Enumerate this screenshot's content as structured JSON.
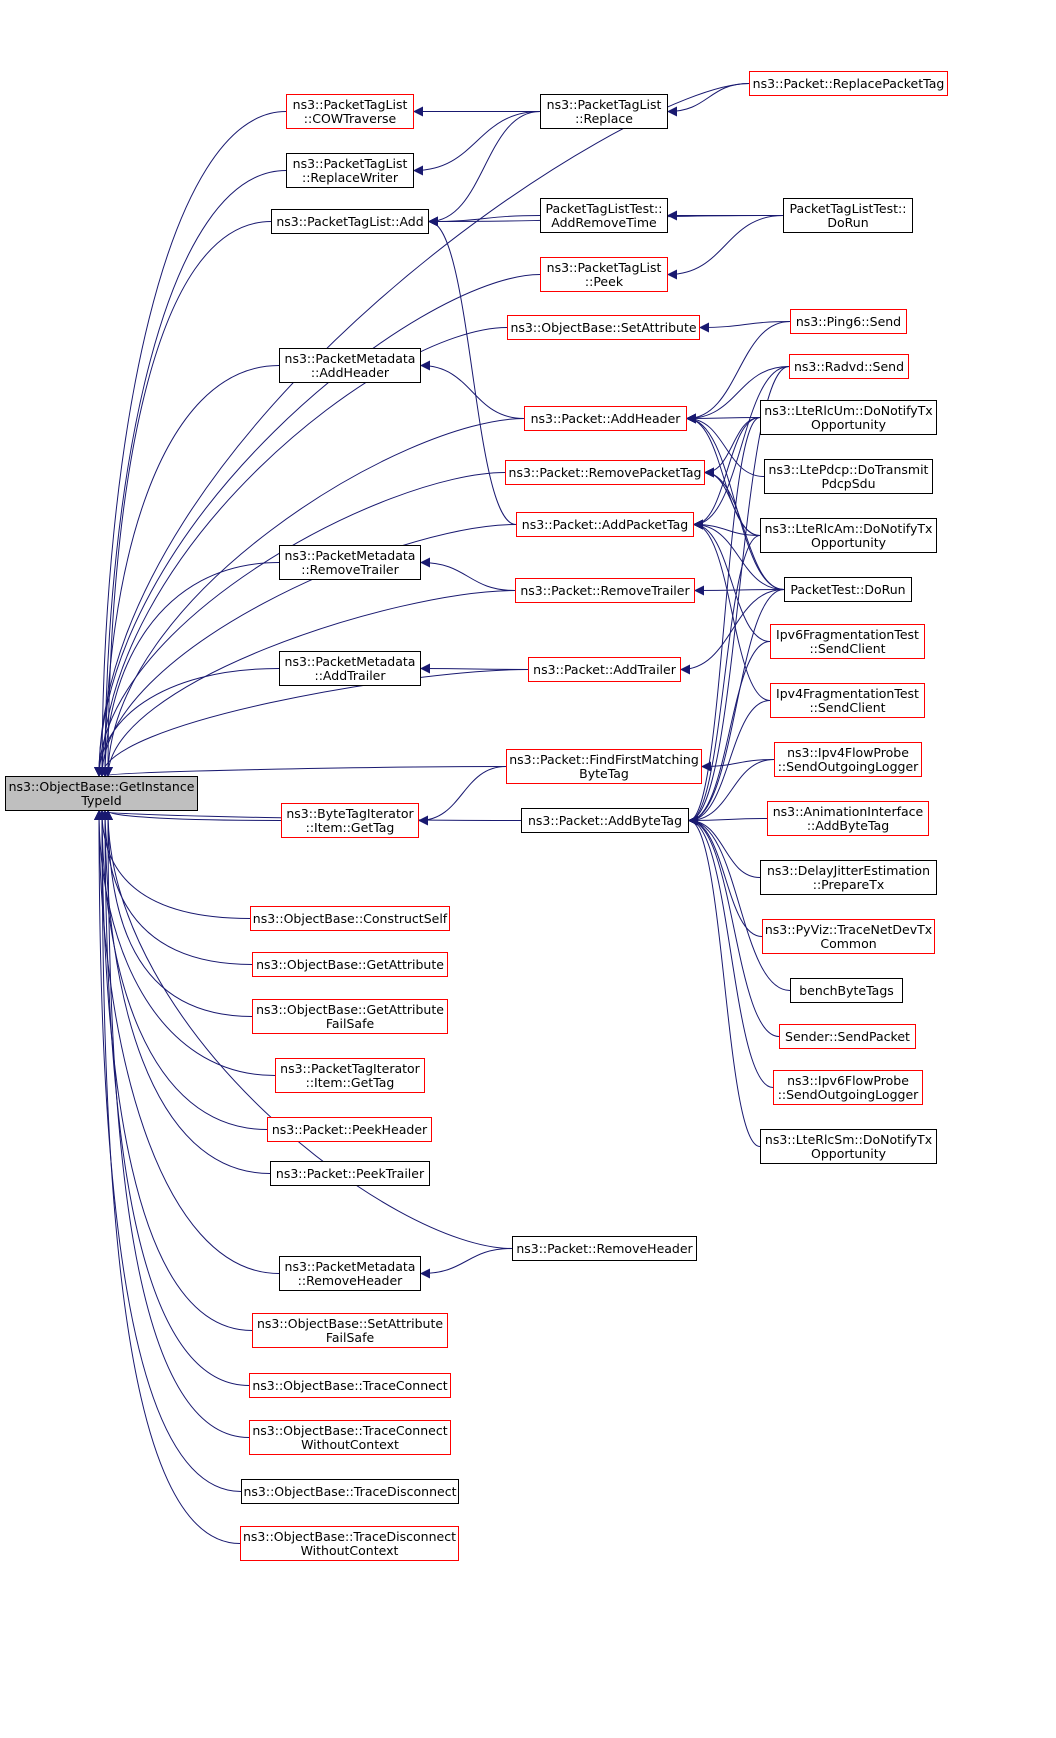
{
  "colors": {
    "edge": "#191970",
    "link_border": "#ff0000",
    "plain_border": "#000000",
    "focus_fill": "#bfbfbf"
  },
  "nodes": {
    "n0": {
      "lines": [
        "ns3::ObjectBase::GetInstance",
        "TypeId"
      ],
      "style": "focus"
    },
    "n1": {
      "lines": [
        "ns3::PacketTagList",
        "::COWTraverse"
      ],
      "style": "red"
    },
    "n2": {
      "lines": [
        "ns3::PacketTagList",
        "::Replace"
      ],
      "style": "black"
    },
    "n3": {
      "lines": [
        "ns3::Packet::ReplacePacketTag"
      ],
      "style": "red"
    },
    "n4": {
      "lines": [
        "ns3::PacketTagList",
        "::ReplaceWriter"
      ],
      "style": "black"
    },
    "n5": {
      "lines": [
        "ns3::PacketTagList::Add"
      ],
      "style": "black"
    },
    "n6": {
      "lines": [
        "PacketTagListTest::",
        "AddRemoveTime"
      ],
      "style": "black"
    },
    "n7": {
      "lines": [
        "PacketTagListTest::",
        "DoRun"
      ],
      "style": "black"
    },
    "n8": {
      "lines": [
        "ns3::PacketTagList",
        "::Peek"
      ],
      "style": "red"
    },
    "n9": {
      "lines": [
        "ns3::ObjectBase::SetAttribute"
      ],
      "style": "red"
    },
    "n10": {
      "lines": [
        "ns3::Ping6::Send"
      ],
      "style": "red"
    },
    "n11": {
      "lines": [
        "ns3::PacketMetadata",
        "::AddHeader"
      ],
      "style": "black"
    },
    "n12": {
      "lines": [
        "ns3::Radvd::Send"
      ],
      "style": "red"
    },
    "n13": {
      "lines": [
        "ns3::Packet::AddHeader"
      ],
      "style": "red"
    },
    "n14": {
      "lines": [
        "ns3::LteRlcUm::DoNotifyTx",
        "Opportunity"
      ],
      "style": "black"
    },
    "n15": {
      "lines": [
        "ns3::Packet::RemovePacketTag"
      ],
      "style": "red"
    },
    "n16": {
      "lines": [
        "ns3::LtePdcp::DoTransmit",
        "PdcpSdu"
      ],
      "style": "black"
    },
    "n17": {
      "lines": [
        "ns3::Packet::AddPacketTag"
      ],
      "style": "red"
    },
    "n18": {
      "lines": [
        "ns3::LteRlcAm::DoNotifyTx",
        "Opportunity"
      ],
      "style": "black"
    },
    "n19": {
      "lines": [
        "ns3::PacketMetadata",
        "::RemoveTrailer"
      ],
      "style": "black"
    },
    "n20": {
      "lines": [
        "ns3::Packet::RemoveTrailer"
      ],
      "style": "red"
    },
    "n21": {
      "lines": [
        "PacketTest::DoRun"
      ],
      "style": "black"
    },
    "n22": {
      "lines": [
        "Ipv6FragmentationTest",
        "::SendClient"
      ],
      "style": "red"
    },
    "n23": {
      "lines": [
        "ns3::PacketMetadata",
        "::AddTrailer"
      ],
      "style": "black"
    },
    "n24": {
      "lines": [
        "ns3::Packet::AddTrailer"
      ],
      "style": "red"
    },
    "n25": {
      "lines": [
        "Ipv4FragmentationTest",
        "::SendClient"
      ],
      "style": "red"
    },
    "n26": {
      "lines": [
        "ns3::Packet::FindFirstMatching",
        "ByteTag"
      ],
      "style": "red"
    },
    "n27": {
      "lines": [
        "ns3::Ipv4FlowProbe",
        "::SendOutgoingLogger"
      ],
      "style": "red"
    },
    "n28": {
      "lines": [
        "ns3::ByteTagIterator",
        "::Item::GetTag"
      ],
      "style": "red"
    },
    "n29": {
      "lines": [
        "ns3::Packet::AddByteTag"
      ],
      "style": "black"
    },
    "n30": {
      "lines": [
        "ns3::AnimationInterface",
        "::AddByteTag"
      ],
      "style": "red"
    },
    "n31": {
      "lines": [
        "ns3::DelayJitterEstimation",
        "::PrepareTx"
      ],
      "style": "black"
    },
    "n32": {
      "lines": [
        "ns3::ObjectBase::ConstructSelf"
      ],
      "style": "red"
    },
    "n33": {
      "lines": [
        "ns3::PyViz::TraceNetDevTx",
        "Common"
      ],
      "style": "red"
    },
    "n34": {
      "lines": [
        "ns3::ObjectBase::GetAttribute"
      ],
      "style": "red"
    },
    "n35": {
      "lines": [
        "benchByteTags"
      ],
      "style": "black"
    },
    "n36": {
      "lines": [
        "ns3::ObjectBase::GetAttribute",
        "FailSafe"
      ],
      "style": "red"
    },
    "n37": {
      "lines": [
        "Sender::SendPacket"
      ],
      "style": "red"
    },
    "n38": {
      "lines": [
        "ns3::PacketTagIterator",
        "::Item::GetTag"
      ],
      "style": "red"
    },
    "n39": {
      "lines": [
        "ns3::Ipv6FlowProbe",
        "::SendOutgoingLogger"
      ],
      "style": "red"
    },
    "n40": {
      "lines": [
        "ns3::Packet::PeekHeader"
      ],
      "style": "red"
    },
    "n41": {
      "lines": [
        "ns3::LteRlcSm::DoNotifyTx",
        "Opportunity"
      ],
      "style": "black"
    },
    "n42": {
      "lines": [
        "ns3::Packet::PeekTrailer"
      ],
      "style": "black"
    },
    "n43": {
      "lines": [
        "ns3::Packet::RemoveHeader"
      ],
      "style": "black"
    },
    "n44": {
      "lines": [
        "ns3::PacketMetadata",
        "::RemoveHeader"
      ],
      "style": "black"
    },
    "n45": {
      "lines": [
        "ns3::ObjectBase::SetAttribute",
        "FailSafe"
      ],
      "style": "red"
    },
    "n46": {
      "lines": [
        "ns3::ObjectBase::TraceConnect"
      ],
      "style": "red"
    },
    "n47": {
      "lines": [
        "ns3::ObjectBase::TraceConnect",
        "WithoutContext"
      ],
      "style": "red"
    },
    "n48": {
      "lines": [
        "ns3::ObjectBase::TraceDisconnect"
      ],
      "style": "black"
    },
    "n49": {
      "lines": [
        "ns3::ObjectBase::TraceDisconnect",
        "WithoutContext"
      ],
      "style": "red"
    }
  },
  "edges": [
    [
      "n3",
      "n0"
    ],
    [
      "n1",
      "n0"
    ],
    [
      "n4",
      "n0"
    ],
    [
      "n5",
      "n0"
    ],
    [
      "n8",
      "n0"
    ],
    [
      "n9",
      "n0"
    ],
    [
      "n11",
      "n0"
    ],
    [
      "n13",
      "n0"
    ],
    [
      "n15",
      "n0"
    ],
    [
      "n17",
      "n0"
    ],
    [
      "n19",
      "n0"
    ],
    [
      "n20",
      "n0"
    ],
    [
      "n23",
      "n0"
    ],
    [
      "n24",
      "n0"
    ],
    [
      "n26",
      "n0"
    ],
    [
      "n28",
      "n0"
    ],
    [
      "n29",
      "n0"
    ],
    [
      "n32",
      "n0"
    ],
    [
      "n34",
      "n0"
    ],
    [
      "n36",
      "n0"
    ],
    [
      "n38",
      "n0"
    ],
    [
      "n40",
      "n0"
    ],
    [
      "n42",
      "n0"
    ],
    [
      "n43",
      "n0"
    ],
    [
      "n44",
      "n0"
    ],
    [
      "n45",
      "n0"
    ],
    [
      "n46",
      "n0"
    ],
    [
      "n47",
      "n0"
    ],
    [
      "n48",
      "n0"
    ],
    [
      "n49",
      "n0"
    ],
    [
      "n2",
      "n1"
    ],
    [
      "n2",
      "n4"
    ],
    [
      "n3",
      "n2"
    ],
    [
      "n2",
      "n5"
    ],
    [
      "n7",
      "n5"
    ],
    [
      "n6",
      "n5"
    ],
    [
      "n17",
      "n5"
    ],
    [
      "n7",
      "n6"
    ],
    [
      "n7",
      "n8"
    ],
    [
      "n10",
      "n9"
    ],
    [
      "n13",
      "n11"
    ],
    [
      "n10",
      "n13"
    ],
    [
      "n12",
      "n13"
    ],
    [
      "n14",
      "n13"
    ],
    [
      "n16",
      "n13"
    ],
    [
      "n18",
      "n13"
    ],
    [
      "n21",
      "n13"
    ],
    [
      "n14",
      "n15"
    ],
    [
      "n18",
      "n15"
    ],
    [
      "n21",
      "n15"
    ],
    [
      "n12",
      "n17"
    ],
    [
      "n14",
      "n17"
    ],
    [
      "n18",
      "n17"
    ],
    [
      "n21",
      "n17"
    ],
    [
      "n22",
      "n17"
    ],
    [
      "n25",
      "n17"
    ],
    [
      "n20",
      "n19"
    ],
    [
      "n21",
      "n20"
    ],
    [
      "n24",
      "n23"
    ],
    [
      "n21",
      "n24"
    ],
    [
      "n27",
      "n26"
    ],
    [
      "n26",
      "n28"
    ],
    [
      "n12",
      "n29"
    ],
    [
      "n14",
      "n29"
    ],
    [
      "n18",
      "n29"
    ],
    [
      "n21",
      "n29"
    ],
    [
      "n22",
      "n29"
    ],
    [
      "n25",
      "n29"
    ],
    [
      "n27",
      "n29"
    ],
    [
      "n30",
      "n29"
    ],
    [
      "n31",
      "n29"
    ],
    [
      "n33",
      "n29"
    ],
    [
      "n35",
      "n29"
    ],
    [
      "n37",
      "n29"
    ],
    [
      "n39",
      "n29"
    ],
    [
      "n41",
      "n29"
    ],
    [
      "n43",
      "n44"
    ]
  ]
}
